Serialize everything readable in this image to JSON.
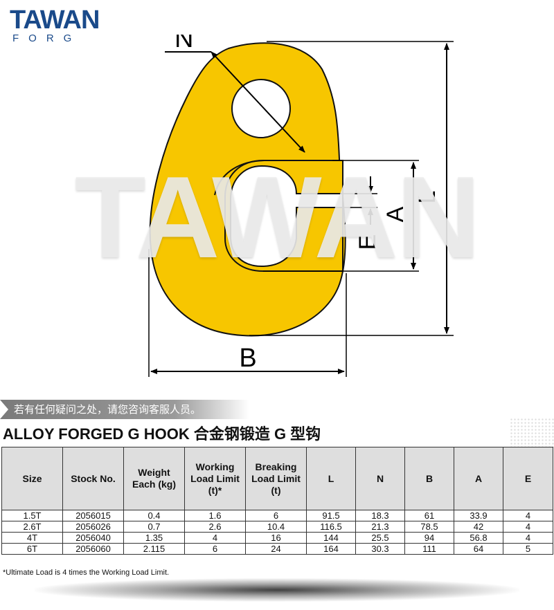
{
  "logo": {
    "brand": "TAWAN",
    "sub": "FORG"
  },
  "watermark": "TAWAN",
  "diagram_labels": {
    "N": "N",
    "L": "L",
    "A": "A",
    "E": "E",
    "B": "B"
  },
  "colors": {
    "hook": "#f7c600",
    "logo": "#1a4a8a"
  },
  "banner_text": "若有任何疑问之处，请您咨询客服人员。",
  "product_title": "ALLOY FORGED G HOOK 合金钢锻造 G 型钩",
  "table": {
    "headers": [
      "Size",
      "Stock No.",
      "Weight Each (kg)",
      "Working Load Limit (t)*",
      "Breaking Load Limit (t)",
      "L",
      "N",
      "B",
      "A",
      "E"
    ],
    "rows": [
      [
        "1.5T",
        "2056015",
        "0.4",
        "1.6",
        "6",
        "91.5",
        "18.3",
        "61",
        "33.9",
        "4"
      ],
      [
        "2.6T",
        "2056026",
        "0.7",
        "2.6",
        "10.4",
        "116.5",
        "21.3",
        "78.5",
        "42",
        "4"
      ],
      [
        "4T",
        "2056040",
        "1.35",
        "4",
        "16",
        "144",
        "25.5",
        "94",
        "56.8",
        "4"
      ],
      [
        "6T",
        "2056060",
        "2.115",
        "6",
        "24",
        "164",
        "30.3",
        "111",
        "64",
        "5"
      ]
    ]
  },
  "footnote": "*Ultimate Load is 4 times the Working Load Limit."
}
